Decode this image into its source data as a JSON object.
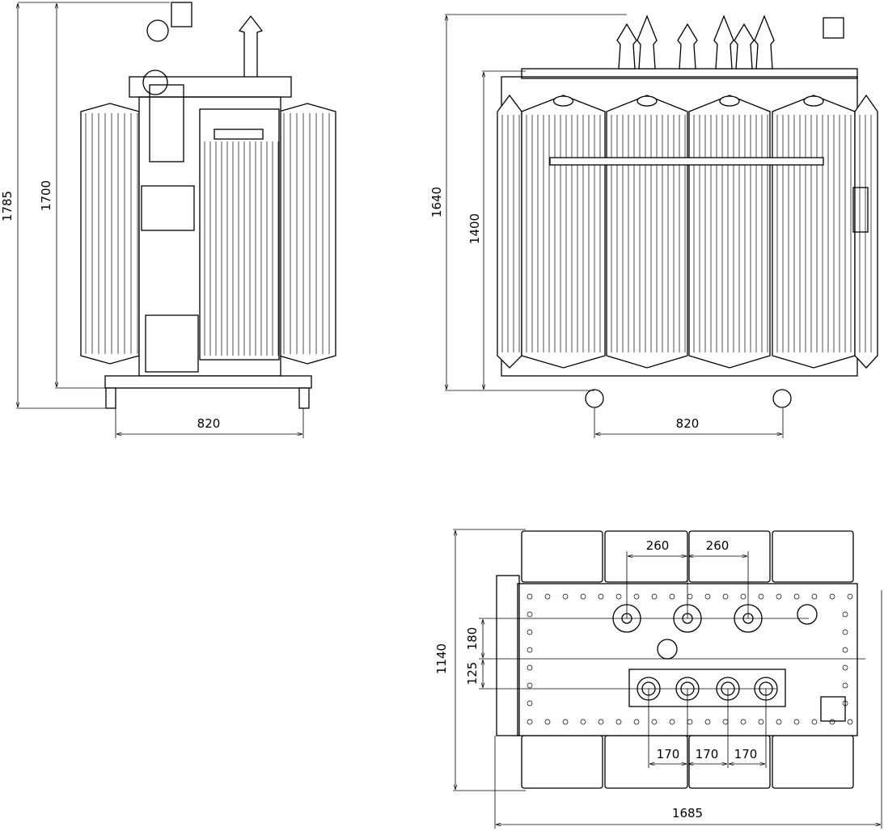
{
  "drawing": {
    "front_view": {
      "dims": {
        "overall_height": "1785",
        "tank_height": "1700",
        "wheel_track": "820"
      }
    },
    "side_view": {
      "dims": {
        "overall_height": "1640",
        "tank_height": "1400",
        "wheel_track": "820"
      }
    },
    "top_view": {
      "dims": {
        "width": "1140",
        "length": "1685",
        "hv_spacing_1": "260",
        "hv_spacing_2": "260",
        "offset_180": "180",
        "offset_125": "125",
        "lv_spacing_1": "170",
        "lv_spacing_2": "170",
        "lv_spacing_3": "170"
      }
    }
  }
}
